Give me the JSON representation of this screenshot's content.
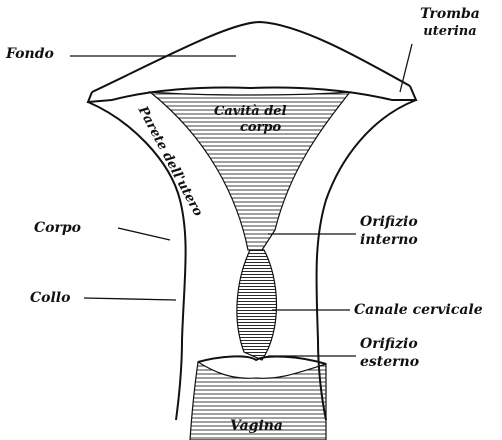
{
  "diagram": {
    "labels": {
      "fondo": "Fondo",
      "tromba_line1": "Tromba",
      "tromba_line2": "uterina",
      "cavita_line1": "Cavità del",
      "cavita_line2": "corpo",
      "parete": "Parete dell'utero",
      "corpo": "Corpo",
      "orifizio_interno_line1": "Orifizio",
      "orifizio_interno_line2": "interno",
      "canale_cervicale": "Canale cervicale",
      "collo": "Collo",
      "orifizio_esterno_line1": "Orifizio",
      "orifizio_esterno_line2": "esterno",
      "vagina": "Vagina"
    },
    "colors": {
      "ink": "#111111",
      "background": "#ffffff"
    }
  }
}
